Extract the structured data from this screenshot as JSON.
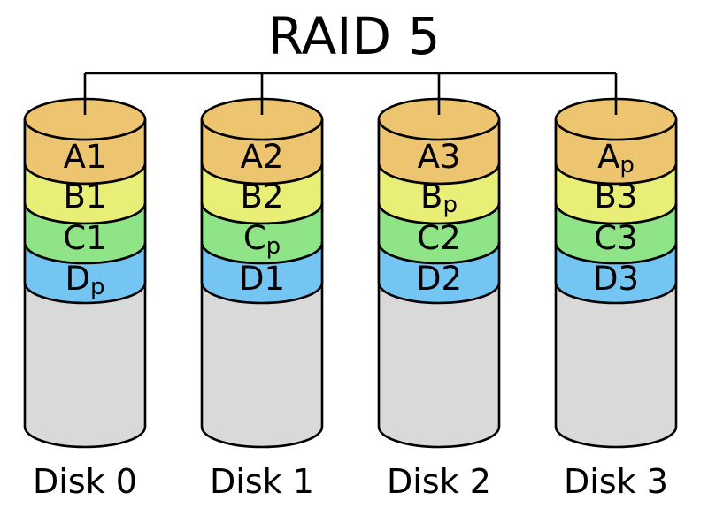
{
  "title": "RAID 5",
  "colors": {
    "background": "#ffffff",
    "outline": "#000000",
    "band_a": "#edc571",
    "band_b": "#e9ee77",
    "band_c": "#8ee487",
    "band_d": "#74c5f2",
    "disk_body": "#d9d9d9"
  },
  "disks": [
    {
      "label": "Disk 0",
      "blocks": [
        {
          "main": "A1",
          "sub": ""
        },
        {
          "main": "B1",
          "sub": ""
        },
        {
          "main": "C1",
          "sub": ""
        },
        {
          "main": "D",
          "sub": "p"
        }
      ]
    },
    {
      "label": "Disk 1",
      "blocks": [
        {
          "main": "A2",
          "sub": ""
        },
        {
          "main": "B2",
          "sub": ""
        },
        {
          "main": "C",
          "sub": "p"
        },
        {
          "main": "D1",
          "sub": ""
        }
      ]
    },
    {
      "label": "Disk 2",
      "blocks": [
        {
          "main": "A3",
          "sub": ""
        },
        {
          "main": "B",
          "sub": "p"
        },
        {
          "main": "C2",
          "sub": ""
        },
        {
          "main": "D2",
          "sub": ""
        }
      ]
    },
    {
      "label": "Disk 3",
      "blocks": [
        {
          "main": "A",
          "sub": "p"
        },
        {
          "main": "B3",
          "sub": ""
        },
        {
          "main": "C3",
          "sub": ""
        },
        {
          "main": "D3",
          "sub": ""
        }
      ]
    }
  ]
}
